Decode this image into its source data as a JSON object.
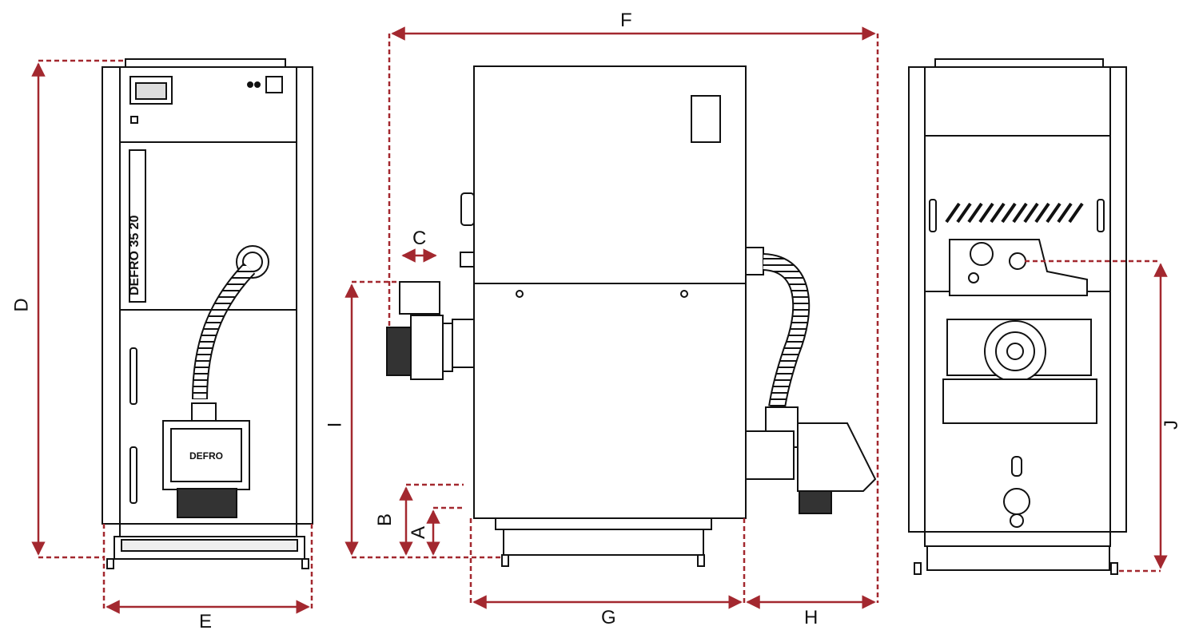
{
  "brand": {
    "front_logo": "DEFRO",
    "model_badge": "DEFRO 35 20",
    "feeder_logo": "DEFRO"
  },
  "dimensions": {
    "A": "A",
    "B": "B",
    "C": "C",
    "D": "D",
    "E": "E",
    "F": "F",
    "G": "G",
    "H": "H",
    "I": "I",
    "J": "J"
  },
  "colors": {
    "dimension_line": "#a3282f",
    "outline": "#111111",
    "background": "#ffffff"
  }
}
